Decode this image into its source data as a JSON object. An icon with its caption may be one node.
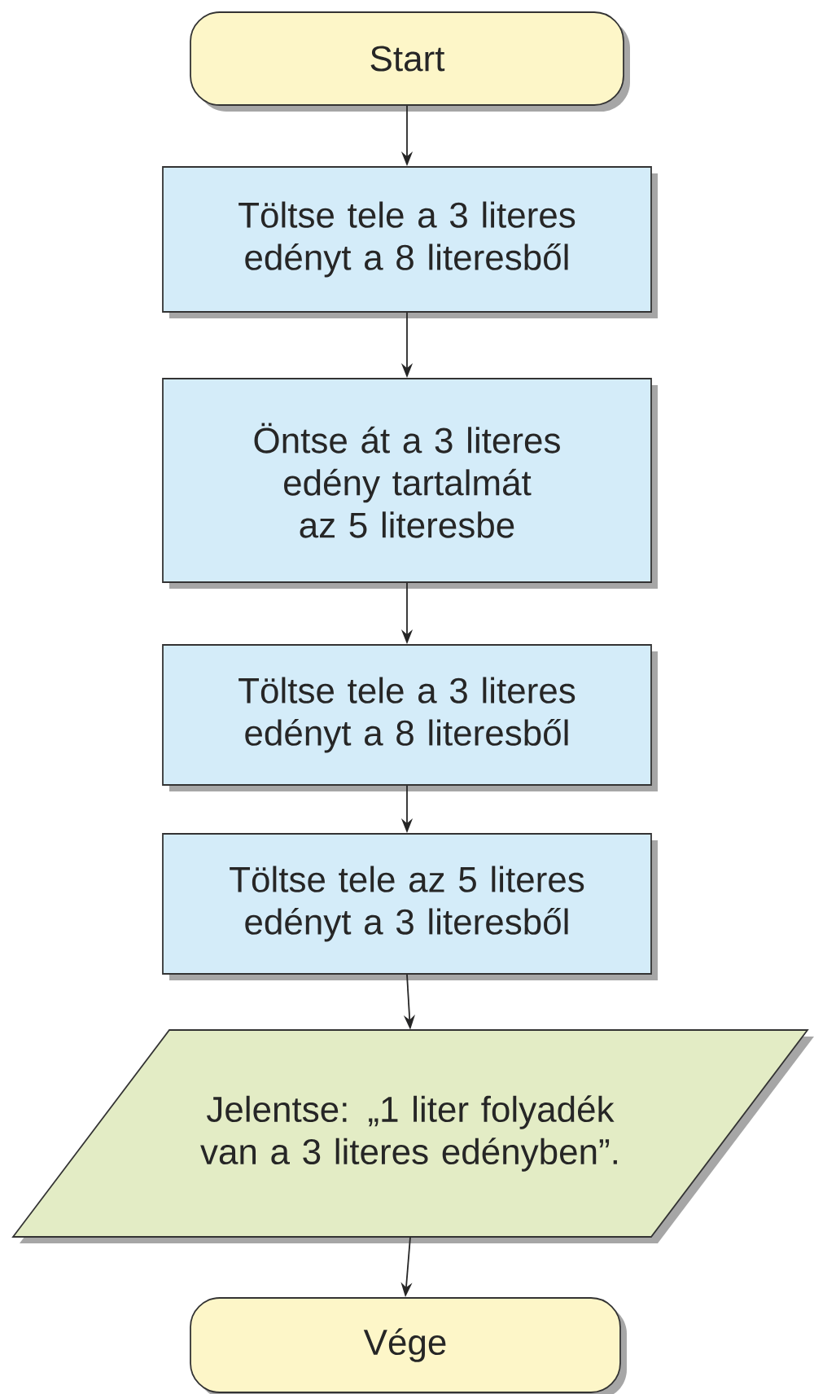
{
  "diagram": {
    "nodes": [
      {
        "text": [
          "Start"
        ]
      },
      {
        "text": [
          "Töltse tele a 3 literes edényt a 8 literesből"
        ]
      },
      {
        "text": [
          "Öntse át a 3 literes edény tartalmát az 5 literesbe"
        ]
      },
      {
        "text": [
          "Töltse tele a 3 literes edényt a 8 literesből"
        ]
      },
      {
        "text": [
          "Töltse tele az 5 literes edényt a 3 literesből"
        ]
      },
      {
        "text": [
          "Jelentse: „1 liter folyadék van a 3 literes edényben”."
        ]
      },
      {
        "text": [
          "Vége"
        ]
      }
    ],
    "edges": [
      {
        "from": 0,
        "to": 1,
        "arrow": "to"
      },
      {
        "from": 1,
        "to": 2,
        "arrow": "to"
      },
      {
        "from": 2,
        "to": 3,
        "arrow": "to"
      },
      {
        "from": 3,
        "to": 4,
        "arrow": "to"
      },
      {
        "from": 4,
        "to": 5,
        "arrow": "to"
      },
      {
        "from": 5,
        "to": 6,
        "arrow": "to"
      }
    ]
  }
}
